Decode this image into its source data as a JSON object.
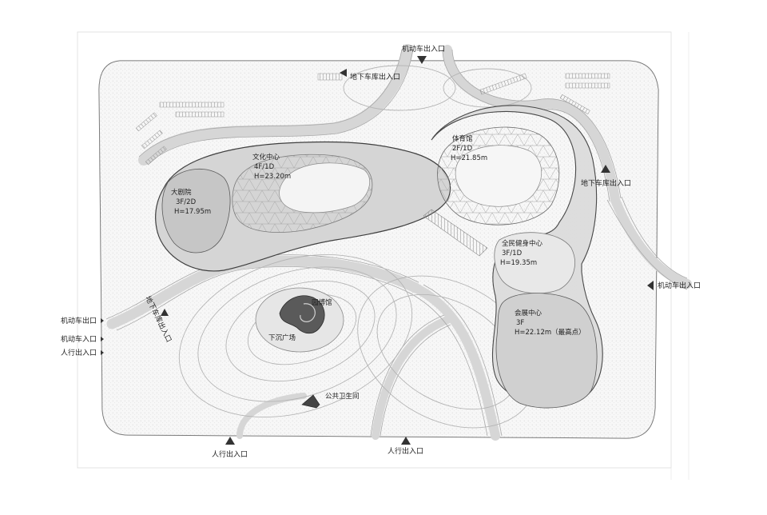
{
  "colors": {
    "site_fill": "#ededed",
    "road": "#e3e3e3",
    "building": "#d8d8d8",
    "building_stroke": "#4a4a4a",
    "line": "#9a9a9a",
    "text": "#222222",
    "marker": "#333333"
  },
  "buildings": {
    "theater": {
      "name": "大剧院",
      "floors": "3F/2D",
      "height": "H=17.95m"
    },
    "culture": {
      "name": "文化中心",
      "floors": "4F/1D",
      "height": "H=23.20m"
    },
    "gym": {
      "name": "体育馆",
      "floors": "2F/1D",
      "height": "H=21.85m"
    },
    "fitness": {
      "name": "全民健身中心",
      "floors": "3F/1D",
      "height": "H=19.35m"
    },
    "expo": {
      "name": "会展中心",
      "floors": "3F",
      "height": "H=22.12m（最高点）"
    },
    "museum": {
      "name": "园博馆"
    },
    "plaza": {
      "name": "下沉广场"
    },
    "restroom": {
      "name": "公共卫生间"
    }
  },
  "entrances": {
    "top_vehicle": "机动车出入口",
    "top_garage": "地下车库出入口",
    "right_garage": "地下车库出入口",
    "right_vehicle": "机动车出入口",
    "left_garage": "地下车库出入口",
    "left_vehicle_exit": "机动车出口",
    "left_vehicle_entry": "机动车入口",
    "left_pedestrian": "人行出入口",
    "bottom_pedestrian_1": "人行出入口",
    "bottom_pedestrian_2": "人行出入口"
  },
  "icons": {
    "triangle": "triangle-marker-icon",
    "arrow": "arrow-right-icon"
  }
}
